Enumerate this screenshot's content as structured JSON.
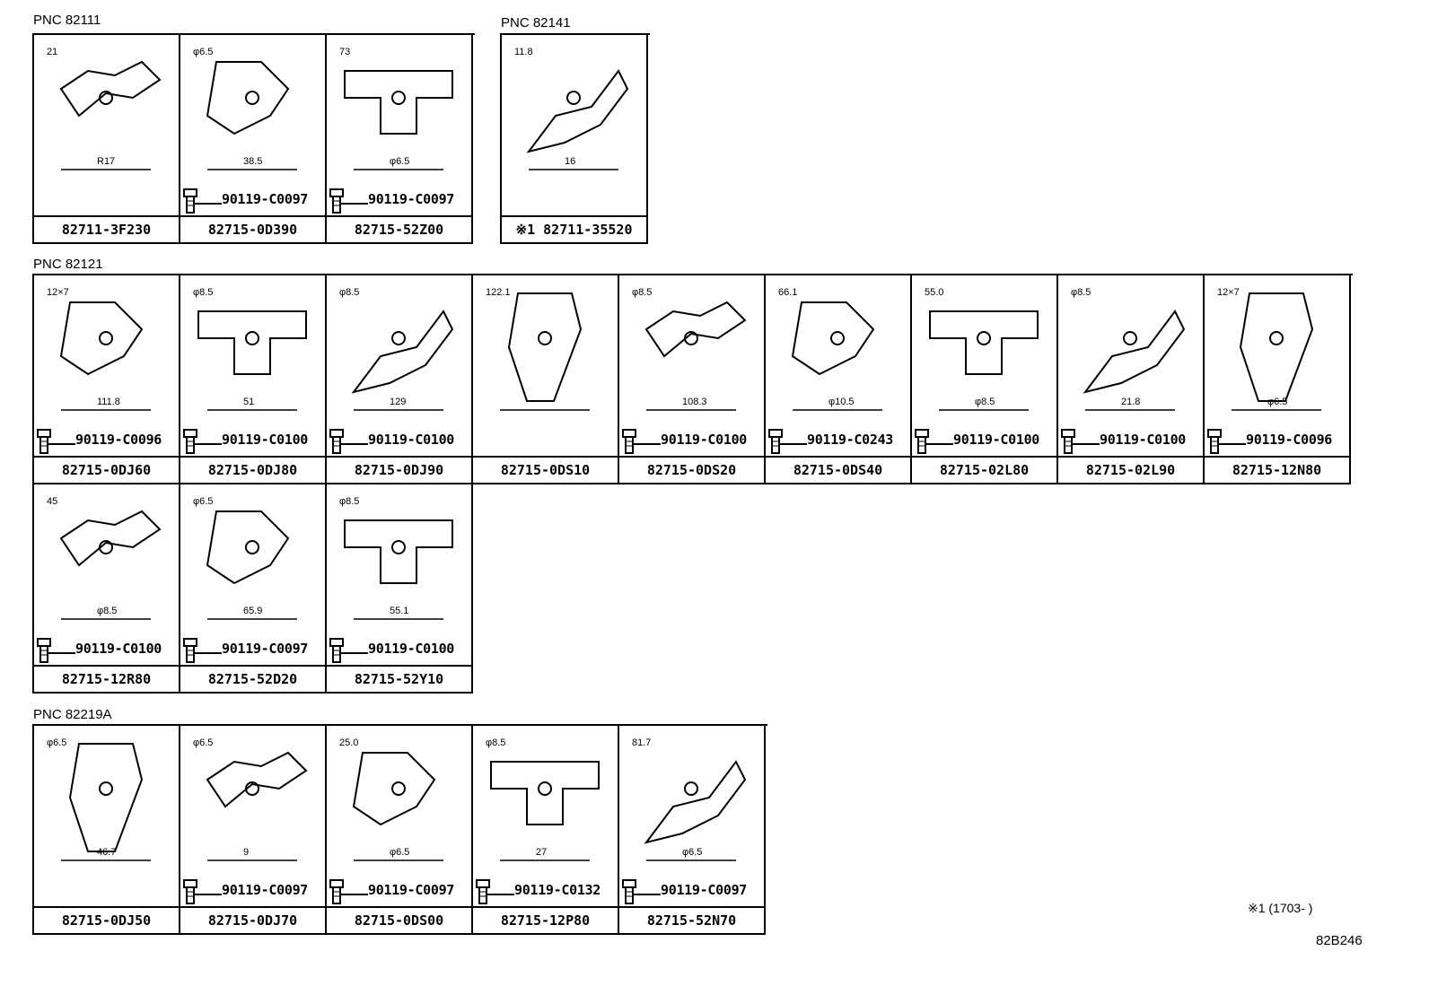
{
  "groups": [
    {
      "pnc": "PNC 82111",
      "cells": [
        {
          "part": "82711-3F230",
          "bolt": "",
          "dims": [
            "21",
            "R17"
          ]
        },
        {
          "part": "82715-0D390",
          "bolt": "90119-C0097",
          "dims": [
            "φ6.5",
            "38.5"
          ]
        },
        {
          "part": "82715-52Z00",
          "bolt": "90119-C0097",
          "dims": [
            "73",
            "φ6.5"
          ]
        }
      ]
    },
    {
      "pnc": "PNC 82141",
      "cells": [
        {
          "part": "※1 82711-35520",
          "bolt": "",
          "dims": [
            "11.8",
            "16"
          ]
        }
      ]
    },
    {
      "pnc": "PNC 82121",
      "cells": [
        {
          "part": "82715-0DJ60",
          "bolt": "90119-C0096",
          "dims": [
            "12×7",
            "111.8"
          ]
        },
        {
          "part": "82715-0DJ80",
          "bolt": "90119-C0100",
          "dims": [
            "φ8.5",
            "51"
          ]
        },
        {
          "part": "82715-0DJ90",
          "bolt": "90119-C0100",
          "dims": [
            "φ8.5",
            "129"
          ]
        },
        {
          "part": "82715-0DS10",
          "bolt": "",
          "dims": [
            "122.1"
          ]
        },
        {
          "part": "82715-0DS20",
          "bolt": "90119-C0100",
          "dims": [
            "φ8.5",
            "108.3"
          ]
        },
        {
          "part": "82715-0DS40",
          "bolt": "90119-C0243",
          "dims": [
            "66.1",
            "φ10.5"
          ]
        },
        {
          "part": "82715-02L80",
          "bolt": "90119-C0100",
          "dims": [
            "55.0",
            "φ8.5"
          ]
        },
        {
          "part": "82715-02L90",
          "bolt": "90119-C0100",
          "dims": [
            "φ8.5",
            "21.8"
          ]
        },
        {
          "part": "82715-12N80",
          "bolt": "90119-C0096",
          "dims": [
            "12×7",
            "φ6.5"
          ]
        },
        {
          "part": "82715-12R80",
          "bolt": "90119-C0100",
          "dims": [
            "45",
            "φ8.5"
          ]
        },
        {
          "part": "82715-52D20",
          "bolt": "90119-C0097",
          "dims": [
            "φ6.5",
            "65.9"
          ]
        },
        {
          "part": "82715-52Y10",
          "bolt": "90119-C0100",
          "dims": [
            "φ8.5",
            "55.1"
          ]
        }
      ]
    },
    {
      "pnc": "PNC 82219A",
      "cells": [
        {
          "part": "82715-0DJ50",
          "bolt": "",
          "dims": [
            "φ6.5",
            "46.7"
          ]
        },
        {
          "part": "82715-0DJ70",
          "bolt": "90119-C0097",
          "dims": [
            "φ6.5",
            "9"
          ]
        },
        {
          "part": "82715-0DS00",
          "bolt": "90119-C0097",
          "dims": [
            "25.0",
            "φ6.5"
          ]
        },
        {
          "part": "82715-12P80",
          "bolt": "90119-C0132",
          "dims": [
            "φ8.5",
            "27"
          ]
        },
        {
          "part": "82715-52N70",
          "bolt": "90119-C0097",
          "dims": [
            "81.7",
            "φ6.5"
          ]
        }
      ]
    }
  ],
  "footnote": "※1 (1703-        )",
  "drawing_code": "82B246"
}
